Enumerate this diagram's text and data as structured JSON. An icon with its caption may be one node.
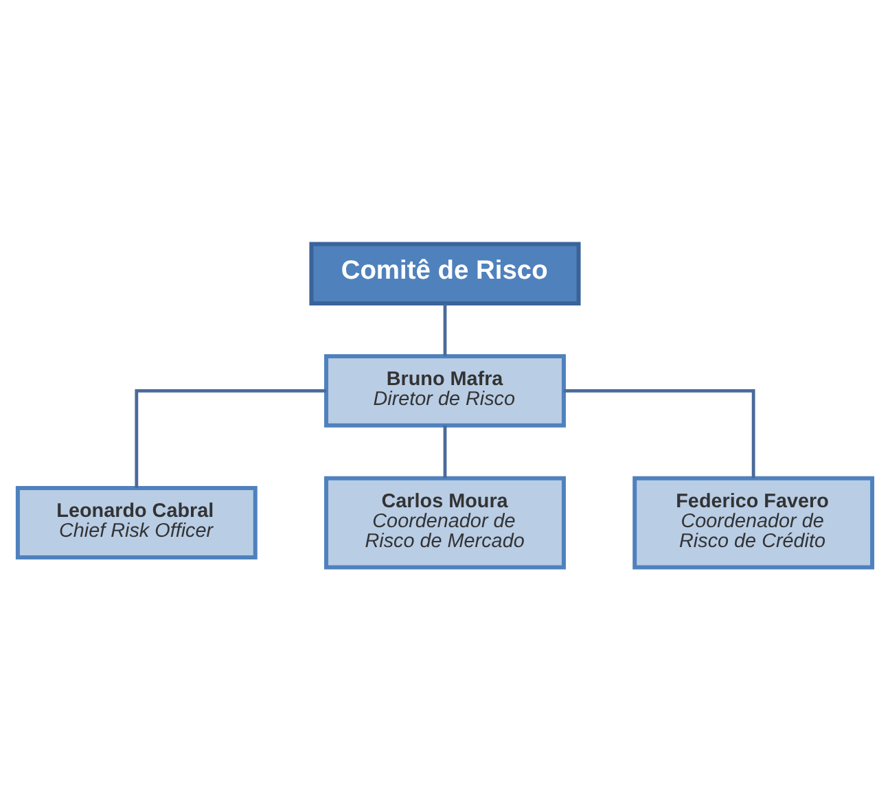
{
  "diagram": {
    "nodes": [
      {
        "text": [
          "Comitê de Risco"
        ]
      },
      {
        "text": [
          "Bruno Mafra",
          "Diretor de Risco"
        ]
      },
      {
        "text": [
          "Leonardo Cabral",
          "Chief Risk Officer"
        ]
      },
      {
        "text": [
          "Carlos Moura",
          "Coordenador de Risco de Mercado"
        ]
      },
      {
        "text": [
          "Federico Favero",
          "Coordenador de Risco de Crédito"
        ]
      }
    ],
    "edges": [
      {
        "from": 0,
        "to": 1,
        "arrow": "none"
      },
      {
        "from": 1,
        "to": 2,
        "arrow": "none"
      },
      {
        "from": 1,
        "to": 3,
        "arrow": "none"
      },
      {
        "from": 1,
        "to": 4,
        "arrow": "none"
      }
    ]
  }
}
